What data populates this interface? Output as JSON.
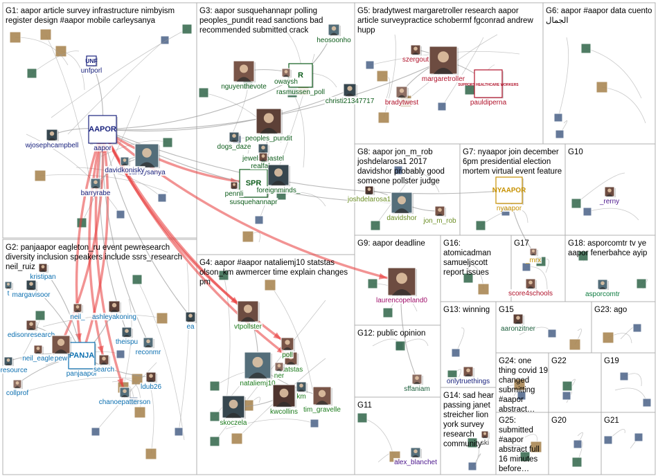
{
  "colors": {
    "edge_red": "#e83b3b",
    "edge_gray": "#9a9a9a",
    "box_border": "#b0b0b0",
    "G1": "#1a237e",
    "G2": "#0b6fb0",
    "G3": "#0d5c1b",
    "G4": "#1a7a1a",
    "G5": "#b0122a",
    "G6": "#444444",
    "G7": "#c79100",
    "G8": "#6b8e23",
    "G9": "#a0106b",
    "G10": "#4a148c",
    "G11": "#4a148c",
    "G12": "#1b5e3b",
    "G13": "#1a237e",
    "G14": "#444444",
    "G15": "#1b5e3b",
    "G16": "#7a2a00",
    "G17": "#b0122a",
    "G18": "#0b7a3e",
    "G19": "#8d6e00",
    "G20": "#6d6d00",
    "G21": "#4a148c",
    "G22": "#4a148c",
    "G23": "#1a237e",
    "G24": "#444444",
    "G25": "#444444"
  },
  "groups": [
    {
      "id": "G1",
      "title": "G1: aapor article survey infrastructure nimbyism register design #aapor mobile carleysanya"
    },
    {
      "id": "G2",
      "title": "G2: panjaapor eagleton_ru event pewresearch diversity inclusion speakers include ssrs_research neil_ruiz"
    },
    {
      "id": "G3",
      "title": "G3: aapor susquehannapr polling peoples_pundit read sanctions bad recommended submitted crack"
    },
    {
      "id": "G4",
      "title": "G4: aapor #aapor nataliemj10 statstas olson_km awmercer time explain changes pm"
    },
    {
      "id": "G5",
      "title": "G5: bradytwest margaretroller research aapor article surveypractice schobermf fgconrad andrew hupp"
    },
    {
      "id": "G6",
      "title": "G6: aapor #aapor data cuento الجمال"
    },
    {
      "id": "G7",
      "title": "G7: nyaapor join december 6pm presidential election mortem virtual event feature"
    },
    {
      "id": "G8",
      "title": "G8: aapor jon_m_rob joshdelarosa1 2017 davidshor probably good someone pollster judge"
    },
    {
      "id": "G9",
      "title": "G9: aapor deadline"
    },
    {
      "id": "G10",
      "title": "G10"
    },
    {
      "id": "G11",
      "title": "G11"
    },
    {
      "id": "G12",
      "title": "G12: public opinion"
    },
    {
      "id": "G13",
      "title": "G13: winning"
    },
    {
      "id": "G14",
      "title": "G14: sad hear passing janet streicher lion york survey research community"
    },
    {
      "id": "G15",
      "title": "G15"
    },
    {
      "id": "G16",
      "title": "G16: atomicadman samueljscott report issues"
    },
    {
      "id": "G17",
      "title": "G17"
    },
    {
      "id": "G18",
      "title": "G18: asporcomtr tv ye aapor fenerbahce ayip"
    },
    {
      "id": "G19",
      "title": "G19"
    },
    {
      "id": "G20",
      "title": "G20"
    },
    {
      "id": "G21",
      "title": "G21"
    },
    {
      "id": "G22",
      "title": "G22"
    },
    {
      "id": "G23",
      "title": "G23: ago"
    },
    {
      "id": "G24",
      "title": "G24: one thing covid 19 changed submitting #aapor abstract…"
    },
    {
      "id": "G25",
      "title": "G25: submitted #aapor abstract full 16 minutes before…"
    }
  ],
  "nodes": [
    {
      "id": "aapor",
      "label": "aapor",
      "group": "G1",
      "logo": "AAPOR"
    },
    {
      "id": "carleysanya",
      "label": "carleysanya",
      "group": "G1"
    },
    {
      "id": "davidkonisky",
      "label": "davidkonisky",
      "group": "G1"
    },
    {
      "id": "wjosephcampbell",
      "label": "wjosephcampbell",
      "group": "G1"
    },
    {
      "id": "barryrabe",
      "label": "barryrabe",
      "group": "G1"
    },
    {
      "id": "unfporl",
      "label": "unfporl",
      "group": "G1",
      "logo": "UNF"
    },
    {
      "id": "panjaapor",
      "label": "panjaapor",
      "group": "G2",
      "logo": "PANJA"
    },
    {
      "id": "margavisoor",
      "label": "margavisoor",
      "group": "G2"
    },
    {
      "id": "kristipan",
      "label": "kristipan",
      "group": "G2"
    },
    {
      "id": "neil_",
      "label": "neil_",
      "group": "G2"
    },
    {
      "id": "ashleyakoning",
      "label": "ashleyakoning",
      "group": "G2"
    },
    {
      "id": "edisonresearch",
      "label": "edisonresearch",
      "group": "G2"
    },
    {
      "id": "neil_eagle",
      "label": "neil_eagle",
      "group": "G2"
    },
    {
      "id": "pewresearch",
      "label": "pew",
      "group": "G2"
    },
    {
      "id": "theispu",
      "label": "theispu",
      "group": "G2"
    },
    {
      "id": "reconmr",
      "label": "reconmr",
      "group": "G2"
    },
    {
      "id": "ea",
      "label": "ea",
      "group": "G2"
    },
    {
      "id": "shoresource",
      "label": "shoresource",
      "group": "G2"
    },
    {
      "id": "collprof",
      "label": "collprof",
      "group": "G2"
    },
    {
      "id": "research",
      "label": "search",
      "group": "G2"
    },
    {
      "id": "ldub26",
      "label": "ldub26",
      "group": "G2"
    },
    {
      "id": "chanoepatterson",
      "label": "chanoepatterson",
      "group": "G2"
    },
    {
      "id": "t",
      "label": "t",
      "group": "G2"
    },
    {
      "id": "susquehannapr",
      "label": "susquehannapr",
      "group": "G3",
      "logo": "SPR"
    },
    {
      "id": "peoples_pundit",
      "label": "peoples_pundit",
      "group": "G3"
    },
    {
      "id": "nguyenthevote",
      "label": "nguyenthevote",
      "group": "G3"
    },
    {
      "id": "rasmussen_poll",
      "label": "rasmussen_poll",
      "group": "G3",
      "logo": "R"
    },
    {
      "id": "heosoonho",
      "label": "heosoonho",
      "group": "G3"
    },
    {
      "id": "christi21347717",
      "label": "christi21347717",
      "group": "G3"
    },
    {
      "id": "dogs_daze",
      "label": "dogs_daze",
      "group": "G3"
    },
    {
      "id": "jewels_pastel",
      "label": "jewels_pastel",
      "group": "G3"
    },
    {
      "id": "realfake",
      "label": "realfake",
      "group": "G3"
    },
    {
      "id": "foreignminds_",
      "label": "foreignminds_",
      "group": "G3"
    },
    {
      "id": "pennlive",
      "label": "pennli",
      "group": "G3"
    },
    {
      "id": "owaysh",
      "label": "owaysh",
      "group": "G3"
    },
    {
      "id": "vtpollster",
      "label": "vtpollster",
      "group": "G4"
    },
    {
      "id": "nataliemj10",
      "label": "nataliemj10",
      "group": "G4"
    },
    {
      "id": "kwcollins",
      "label": "kwcollins",
      "group": "G4"
    },
    {
      "id": "tim_gravelle",
      "label": "tim_gravelle",
      "group": "G4"
    },
    {
      "id": "skoczela",
      "label": "skoczela",
      "group": "G4"
    },
    {
      "id": "statstas",
      "label": "statstas",
      "group": "G4"
    },
    {
      "id": "poll",
      "label": "poll",
      "group": "G4"
    },
    {
      "id": "ner",
      "label": "ner",
      "group": "G4"
    },
    {
      "id": "km",
      "label": "km",
      "group": "G4"
    },
    {
      "id": "margaretroller",
      "label": "margaretroller",
      "group": "G5"
    },
    {
      "id": "szergout",
      "label": "szergout",
      "group": "G5"
    },
    {
      "id": "bradytwest",
      "label": "bradytwest",
      "group": "G5"
    },
    {
      "id": "pauldiperna",
      "label": "pauldiperna",
      "group": "G5",
      "logo": "SUPPORT HEALTHCARE WORKERS"
    },
    {
      "id": "nyaapor",
      "label": "nyaapor",
      "group": "G7",
      "logo": "NYAAPOR"
    },
    {
      "id": "mrx",
      "label": "_mrx",
      "group": "G7"
    },
    {
      "id": "davidshor",
      "label": "davidshor",
      "group": "G8"
    },
    {
      "id": "jon_m_rob",
      "label": "jon_m_rob",
      "group": "G8"
    },
    {
      "id": "joshdelarosa1",
      "label": "joshdelarosa1",
      "group": "G8"
    },
    {
      "id": "laurencopeland0",
      "label": "laurencopeland0",
      "group": "G9"
    },
    {
      "id": "_rerny",
      "label": "_rerny",
      "group": "G10"
    },
    {
      "id": "alex_blanchet",
      "label": "alex_blanchet",
      "group": "G11"
    },
    {
      "id": "sffaniam",
      "label": "sffaniam",
      "group": "G12"
    },
    {
      "id": "onlytruethings",
      "label": "onlytruethings",
      "group": "G13"
    },
    {
      "id": "ski",
      "label": "ski",
      "group": "G14"
    },
    {
      "id": "aaronzitner",
      "label": "aaronzitner",
      "group": "G15"
    },
    {
      "id": "score4schools",
      "label": "score4schools",
      "group": "G17"
    },
    {
      "id": "asporcomtr",
      "label": "asporcomtr",
      "group": "G18"
    }
  ],
  "edges": [
    {
      "source": "panjaapor",
      "target": "aapor",
      "weight": "heavy"
    },
    {
      "source": "pewresearch",
      "target": "aapor",
      "weight": "heavy"
    },
    {
      "source": "aapor",
      "target": "susquehannapr",
      "weight": "heavy"
    },
    {
      "source": "aapor",
      "target": "laurencopeland0",
      "weight": "heavy"
    },
    {
      "source": "aapor",
      "target": "panjaapor",
      "weight": "heavy"
    },
    {
      "source": "aapor",
      "target": "research",
      "weight": "heavy"
    },
    {
      "source": "aapor",
      "target": "chanoepatterson",
      "weight": "heavy"
    },
    {
      "source": "aapor",
      "target": "vtpollster",
      "weight": "heavy"
    },
    {
      "source": "aapor",
      "target": "poll",
      "weight": "heavy"
    },
    {
      "source": "aapor",
      "target": "statstas",
      "weight": "heavy"
    },
    {
      "source": "carleysanya",
      "target": "davidkonisky",
      "weight": "light"
    },
    {
      "source": "carleysanya",
      "target": "barryrabe",
      "weight": "light"
    },
    {
      "source": "aapor",
      "target": "wjosephcampbell",
      "weight": "light"
    },
    {
      "source": "aapor",
      "target": "unfporl",
      "weight": "light"
    },
    {
      "source": "aapor",
      "target": "margaretroller",
      "weight": "light"
    },
    {
      "source": "aapor",
      "target": "rasmussen_poll",
      "weight": "light"
    },
    {
      "source": "aapor",
      "target": "christi21347717",
      "weight": "light"
    },
    {
      "source": "aapor",
      "target": "theispu",
      "weight": "light"
    },
    {
      "source": "aapor",
      "target": "reconmr",
      "weight": "light"
    },
    {
      "source": "aapor",
      "target": "ea",
      "weight": "light"
    },
    {
      "source": "panjaapor",
      "target": "ashleyakoning",
      "weight": "light"
    },
    {
      "source": "panjaapor",
      "target": "margavisoor",
      "weight": "light"
    },
    {
      "source": "panjaapor",
      "target": "edisonresearch",
      "weight": "light"
    },
    {
      "source": "panjaapor",
      "target": "shoresource",
      "weight": "light"
    },
    {
      "source": "panjaapor",
      "target": "collprof",
      "weight": "light"
    },
    {
      "source": "panjaapor",
      "target": "ldub26",
      "weight": "light"
    },
    {
      "source": "panjaapor",
      "target": "kristipan",
      "weight": "light"
    },
    {
      "source": "susquehannapr",
      "target": "peoples_pundit",
      "weight": "light"
    },
    {
      "source": "susquehannapr",
      "target": "foreignminds_",
      "weight": "light"
    },
    {
      "source": "susquehannapr",
      "target": "realfake",
      "weight": "light"
    },
    {
      "source": "rasmussen_poll",
      "target": "nguyenthevote",
      "weight": "light"
    },
    {
      "source": "rasmussen_poll",
      "target": "heosoonho",
      "weight": "light"
    },
    {
      "source": "nataliemj10",
      "target": "kwcollins",
      "weight": "light"
    },
    {
      "source": "nataliemj10",
      "target": "tim_gravelle",
      "weight": "light"
    },
    {
      "source": "nataliemj10",
      "target": "vtpollster",
      "weight": "light"
    },
    {
      "source": "skoczela",
      "target": "kwcollins",
      "weight": "light"
    },
    {
      "source": "margaretroller",
      "target": "bradytwest",
      "weight": "light"
    },
    {
      "source": "margaretroller",
      "target": "szergout",
      "weight": "light"
    },
    {
      "source": "pauldiperna",
      "target": "margaretroller",
      "weight": "light"
    },
    {
      "source": "davidshor",
      "target": "jon_m_rob",
      "weight": "light"
    },
    {
      "source": "davidshor",
      "target": "joshdelarosa1",
      "weight": "light"
    },
    {
      "source": "nyaapor",
      "target": "mrx",
      "weight": "light"
    },
    {
      "source": "laurencopeland0",
      "target": "sffaniam",
      "weight": "light"
    },
    {
      "source": "aapor",
      "target": "nyaapor",
      "weight": "light"
    },
    {
      "source": "aapor",
      "target": "davidshor",
      "weight": "light"
    }
  ]
}
